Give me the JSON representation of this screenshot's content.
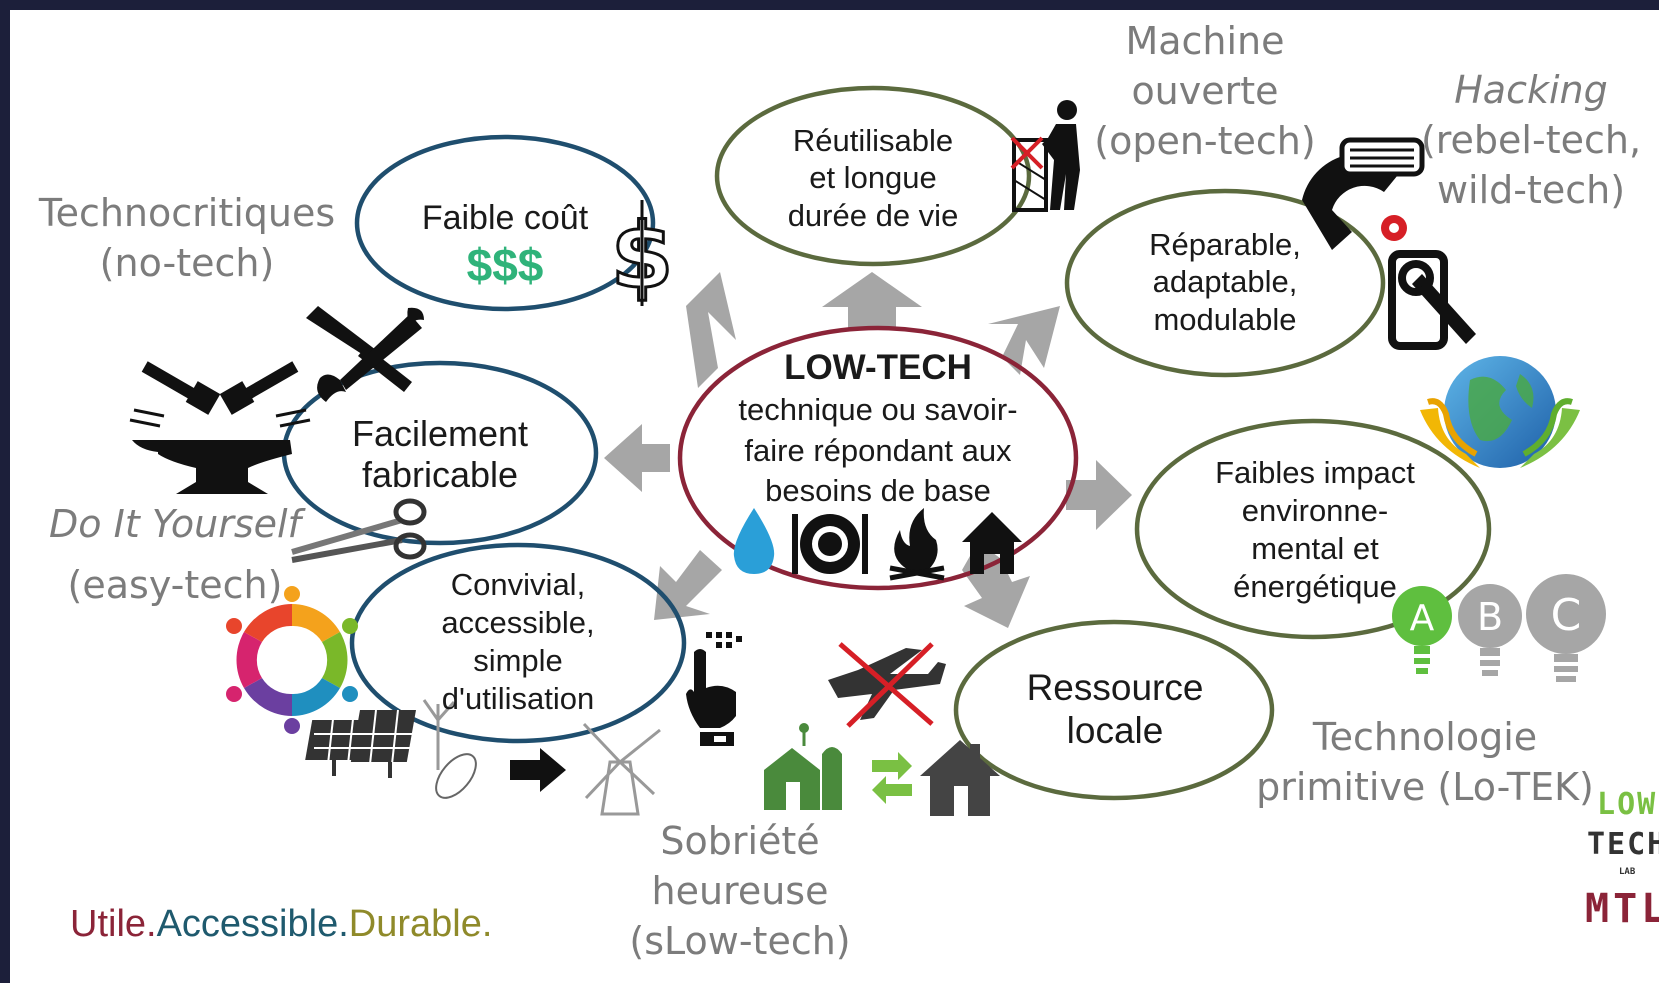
{
  "center": {
    "title": "LOW-TECH",
    "lines": [
      "technique ou savoir-",
      "faire répondant aux",
      "besoins de base"
    ]
  },
  "ovals": {
    "low_cost": {
      "lines": [
        "Faible coût"
      ],
      "money": "$$$"
    },
    "reusable": {
      "lines": [
        "Réutilisable",
        "et longue",
        "durée de vie"
      ]
    },
    "repairable": {
      "lines": [
        "Réparable,",
        "adaptable,",
        "modulable"
      ]
    },
    "easy_make": {
      "lines": [
        "Facilement",
        "fabricable"
      ]
    },
    "low_impact": {
      "lines": [
        "Faibles impact",
        "environne-",
        "mental et",
        "énergétique"
      ]
    },
    "convivial": {
      "lines": [
        "Convivial,",
        "accessible,",
        "simple",
        "d'utilisation"
      ]
    },
    "local": {
      "lines": [
        "Ressource",
        "locale"
      ]
    }
  },
  "outer_labels": {
    "technocritiques": [
      "Technocritiques",
      "(no-tech)"
    ],
    "machine": [
      "Machine",
      "ouverte",
      "(open-tech)"
    ],
    "hacking": [
      "Hacking",
      "(rebel-tech,",
      "wild-tech)"
    ],
    "diy": [
      "Do It Yourself",
      "(easy-tech)"
    ],
    "primitive": [
      "Technologie",
      "primitive (Lo-TEK)"
    ],
    "sobriete": [
      "Sobriété",
      "heureuse",
      "(sLow-tech)"
    ]
  },
  "slogan": {
    "utile": "Utile.",
    "accessible": "Accessible.",
    "durable": "Durable."
  },
  "energy_labels": [
    "A",
    "B",
    "C"
  ],
  "logo": {
    "line1": "LOW",
    "line2": "TECH",
    "line3": "LAB",
    "line4": "MTL"
  },
  "colors": {
    "oval_blue": "#1f4e6e",
    "oval_olive": "#5b6a3e",
    "oval_red": "#8b2438",
    "arrow_gray": "#a6a6a6",
    "label_gray": "#7c7c7c",
    "money_green": "#2fb37a",
    "slogan_utile": "#8b2438",
    "slogan_accessible": "#1f5a6e",
    "slogan_durable": "#8f8a2a",
    "energy_green": "#5fbf3f"
  },
  "icons": [
    "dollar-sign-icon",
    "person-trash-icon",
    "wrench-gear-icon",
    "phone-repair-icon",
    "globe-hands-icon",
    "screwdriver-wrench-icon",
    "anvil-hammers-icon",
    "scissors-icon",
    "energy-bulbs-icon",
    "community-circle-icon",
    "solar-wind-icon",
    "touch-hand-icon",
    "no-plane-icon",
    "farm-exchange-house-icon",
    "water-drop-icon",
    "plate-icon",
    "fire-icon",
    "house-icon"
  ]
}
